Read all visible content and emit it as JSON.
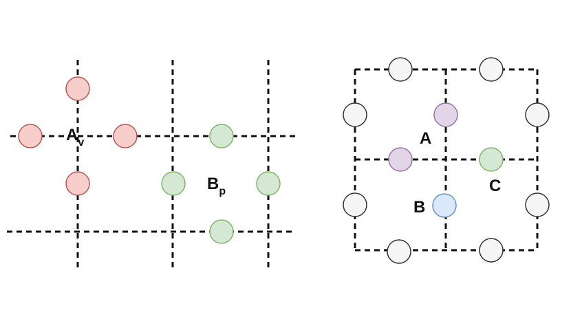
{
  "colors": {
    "red_fill": "#f8cecc",
    "red_stroke": "#b85450",
    "green_fill": "#d5e8d4",
    "green_stroke": "#82b366",
    "purple_fill": "#e1d5e7",
    "purple_stroke": "#9673a6",
    "blue_fill": "#dae8fc",
    "blue_stroke": "#6c8ebf",
    "gray_fill": "#f5f5f5",
    "gray_stroke": "#333333"
  },
  "left_panel": {
    "vertex_label": {
      "main": "A",
      "sub": "v"
    },
    "plaquette_label": {
      "main": "B",
      "sub": "p"
    }
  },
  "right_panel": {
    "label_a": "A",
    "label_b": "B",
    "label_c": "C"
  }
}
